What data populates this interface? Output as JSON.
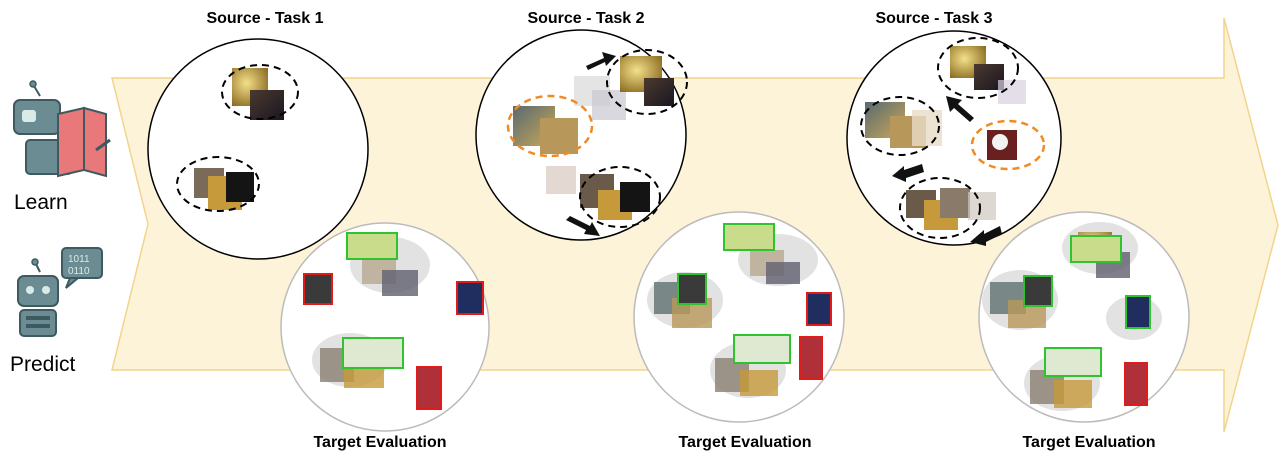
{
  "labels": {
    "learn": "Learn",
    "predict": "Predict"
  },
  "tasks": [
    {
      "source_title": "Source - Task 1",
      "target_title": "Target Evaluation"
    },
    {
      "source_title": "Source - Task 2",
      "target_title": "Target Evaluation"
    },
    {
      "source_title": "Source - Task 3",
      "target_title": "Target Evaluation"
    }
  ],
  "icons": {
    "learn": "robot-reading-book-icon",
    "predict": "robot-binary-speech-icon"
  },
  "colors": {
    "arrow_fill": "#fdf3d9",
    "arrow_stroke": "#f2d48c",
    "known_cluster": "#000000",
    "new_cluster": "#f08a24",
    "correct_box": "#2fc42f",
    "wrong_box": "#e01b1b",
    "robot_body": "#6b8c92",
    "book": "#e8787a"
  }
}
